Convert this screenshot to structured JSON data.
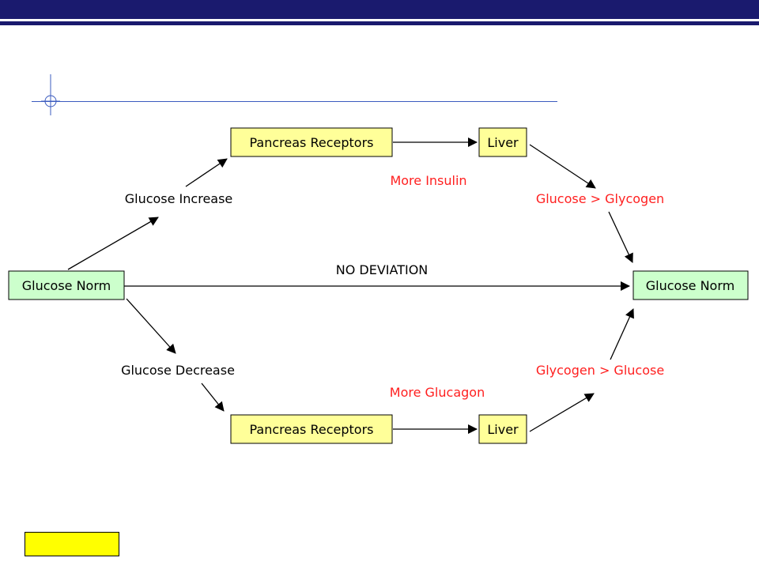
{
  "colors": {
    "header": "#1a1a6e",
    "rule": "#3b5bbf",
    "norm_fill": "#ccffcc",
    "organ_fill": "#ffff99",
    "accent_red": "#ff1f1f",
    "button_fill": "#ffff00"
  },
  "nodes": {
    "norm_start": "Glucose Norm",
    "norm_end": "Glucose Norm",
    "pancreas_top": "Pancreas Receptors",
    "liver_top": "Liver",
    "pancreas_bottom": "Pancreas Receptors",
    "liver_bottom": "Liver"
  },
  "labels": {
    "glucose_increase": "Glucose Increase",
    "glucose_decrease": "Glucose Decrease",
    "more_insulin": "More Insulin",
    "more_glucagon": "More Glucagon",
    "glucose_to_glycogen": "Glucose > Glycogen",
    "glycogen_to_glucose": "Glycogen > Glucose",
    "no_deviation": "NO DEVIATION"
  },
  "icons": {
    "crosshair": "crosshair-icon"
  }
}
